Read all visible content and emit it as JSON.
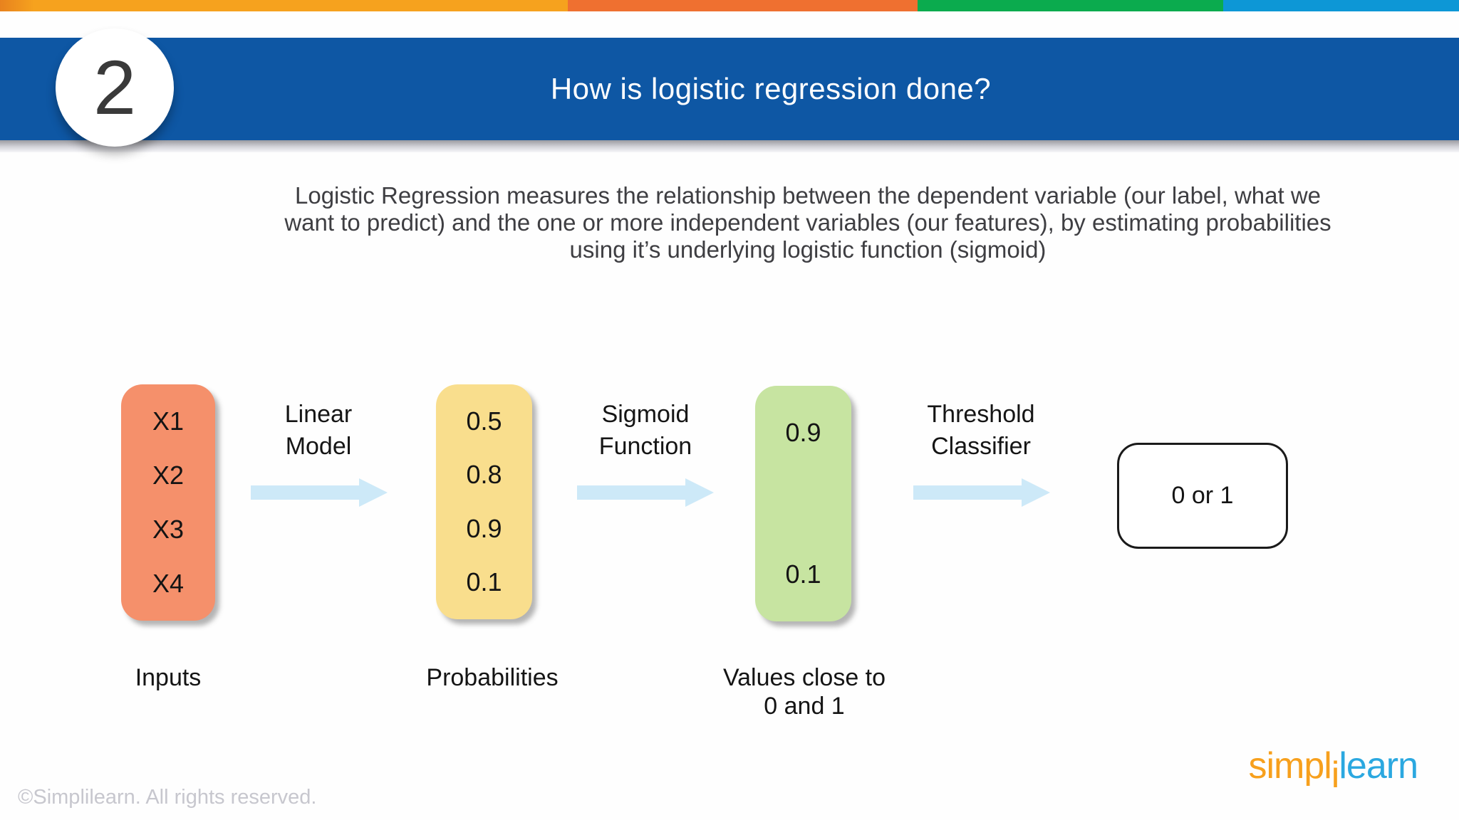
{
  "slide": {
    "number": "2",
    "title": "How is logistic regression done?",
    "description_lines": [
      "Logistic Regression measures the relationship between the dependent variable (our label, what we",
      "want to predict) and the one or more independent variables (our features), by estimating probabilities",
      "using it’s underlying logistic function (sigmoid)"
    ]
  },
  "top_bar_colors": [
    "#E8821E",
    "#F6A21E",
    "#EF7030",
    "#0BAB4E",
    "#0D97D6"
  ],
  "colors": {
    "banner_blue": "#0E57A4",
    "inputs_box": "#F5906B",
    "probabilities_box": "#F9DE8D",
    "values_box": "#C7E4A1",
    "arrow_blue": "#CDE9F8",
    "logo_orange": "#F7A01D",
    "logo_blue": "#2BA8E0"
  },
  "diagram": {
    "inputs": {
      "items": [
        "X1",
        "X2",
        "X3",
        "X4"
      ],
      "caption": "Inputs"
    },
    "step1": {
      "line1": "Linear",
      "line2": "Model"
    },
    "probabilities": {
      "items": [
        "0.5",
        "0.8",
        "0.9",
        "0.1"
      ],
      "caption": "Probabilities"
    },
    "step2": {
      "line1": "Sigmoid",
      "line2": "Function"
    },
    "values": {
      "items": [
        "0.9",
        "0.1"
      ],
      "caption_line1": "Values close to",
      "caption_line2": "0 and 1"
    },
    "step3": {
      "line1": "Threshold",
      "line2": "Classifier"
    },
    "output": {
      "label": "0 or 1"
    }
  },
  "footer": {
    "copyright": "©Simplilearn. All rights reserved.",
    "logo_part1": "simpl",
    "logo_part2": "i",
    "logo_part3": "learn"
  }
}
